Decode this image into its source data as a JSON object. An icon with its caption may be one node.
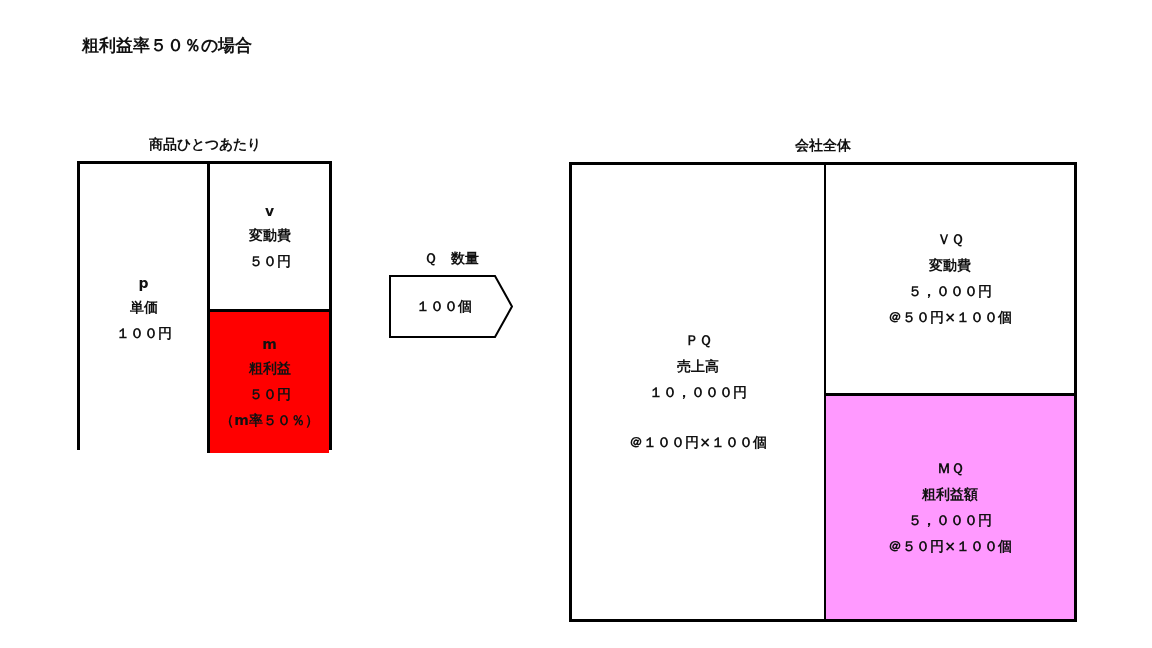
{
  "diagram": {
    "title": "粗利益率５０％の場合",
    "nodes": [
      {
        "text": [
          "商品ひとつあたり"
        ]
      },
      {
        "text": [
          "p",
          "単価",
          "１００円"
        ],
        "in": 0
      },
      {
        "text": [
          "v",
          "変動費",
          "５０円"
        ],
        "in": 0
      },
      {
        "text": [
          "m",
          "粗利益",
          "５０円",
          "（m率５０％）"
        ],
        "in": 0
      },
      {
        "text": [
          "Ｑ　数量",
          "１００個"
        ]
      },
      {
        "text": [
          "会社全体"
        ]
      },
      {
        "text": [
          "ＰＱ",
          "売上高",
          "１０，０００円",
          "＠１００円×１００個"
        ],
        "in": 5
      },
      {
        "text": [
          "ＶＱ",
          "変動費",
          "５，０００円",
          "＠５０円×１００個"
        ],
        "in": 5
      },
      {
        "text": [
          "ＭＱ",
          "粗利益額",
          "５，０００円",
          "＠５０円×１００個"
        ],
        "in": 5
      }
    ],
    "edges": []
  }
}
